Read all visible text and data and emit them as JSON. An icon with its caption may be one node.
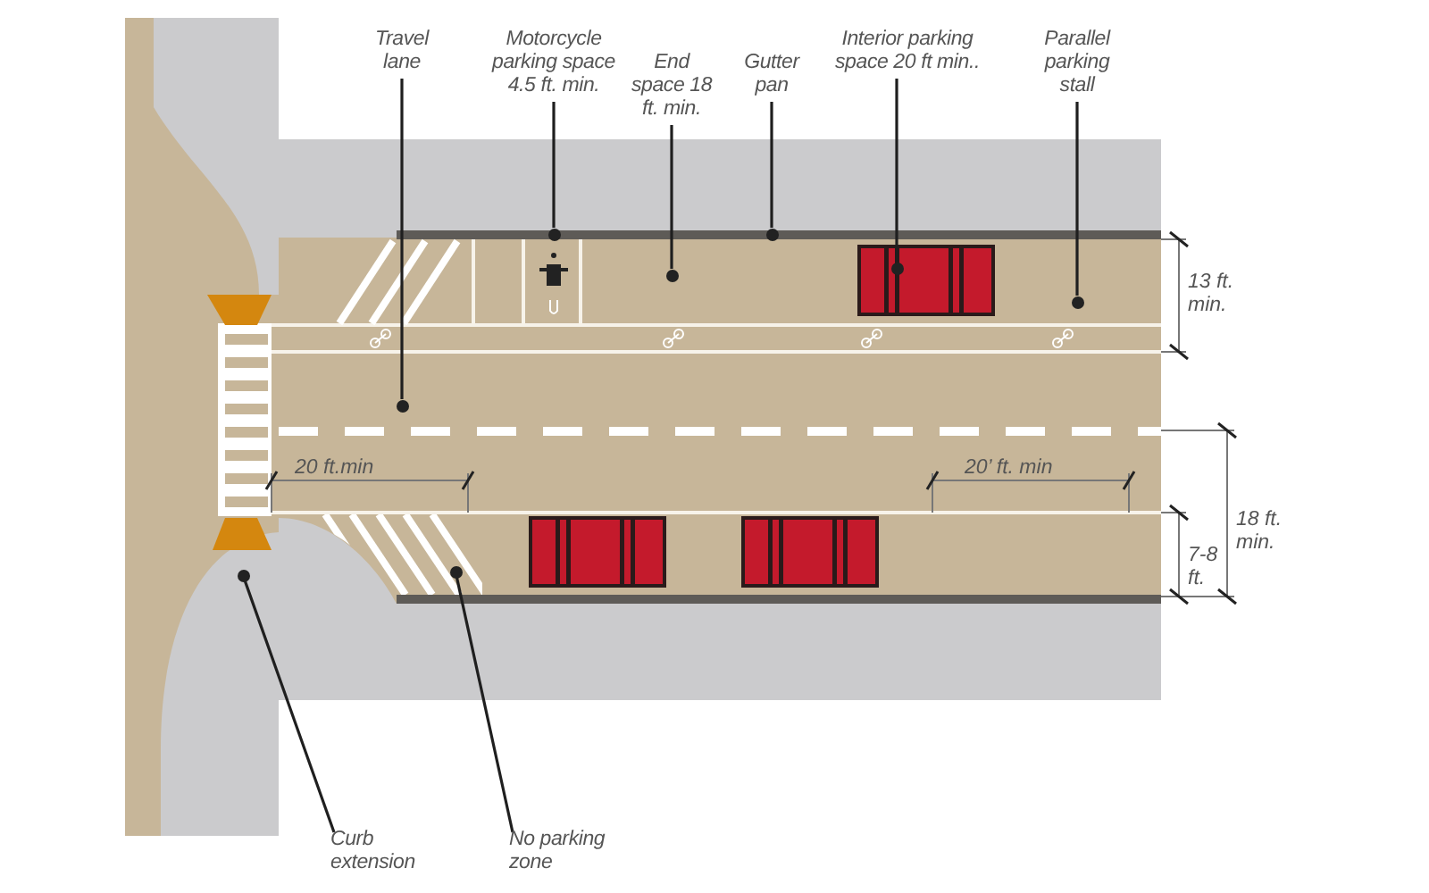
{
  "diagram": {
    "nodes": [
      {
        "text": [
          "Travel lane"
        ]
      },
      {
        "text": [
          "Motorcycle parking space 4.5 ft. min."
        ]
      },
      {
        "text": [
          "End space 18 ft. min."
        ]
      },
      {
        "text": [
          "Gutter pan"
        ]
      },
      {
        "text": [
          "Interior parking space 20 ft min.."
        ]
      },
      {
        "text": [
          "Parallel parking stall"
        ]
      },
      {
        "text": [
          "Curb extension"
        ]
      },
      {
        "text": [
          "No parking zone"
        ]
      },
      {
        "text": [],
        "shape": "circle"
      },
      {
        "text": [],
        "shape": "circle"
      },
      {
        "text": [],
        "shape": "circle"
      },
      {
        "text": [],
        "shape": "circle"
      },
      {
        "text": [],
        "shape": "circle"
      },
      {
        "text": [],
        "shape": "circle"
      },
      {
        "text": [],
        "shape": "circle"
      },
      {
        "text": [],
        "shape": "circle"
      }
    ],
    "edges": [
      {
        "from": 0,
        "to": 8,
        "arrow": "none"
      },
      {
        "from": 1,
        "to": 9,
        "arrow": "none"
      },
      {
        "from": 2,
        "to": 10,
        "arrow": "none"
      },
      {
        "from": 3,
        "to": 11,
        "arrow": "none"
      },
      {
        "from": 4,
        "to": 12,
        "arrow": "none"
      },
      {
        "from": 5,
        "to": 13,
        "arrow": "none"
      },
      {
        "from": 6,
        "to": 14,
        "arrow": "none"
      },
      {
        "from": 7,
        "to": 15,
        "arrow": "none"
      }
    ],
    "labels": [
      "13 ft. min.",
      "20 ft.min",
      "20’ ft. min",
      "18 ft. min.",
      "7-8 ft."
    ]
  }
}
